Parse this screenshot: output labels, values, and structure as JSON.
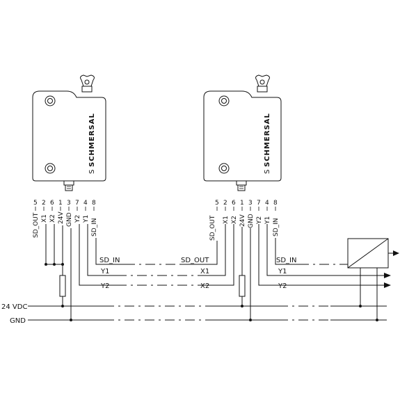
{
  "device_left": {
    "brand": "SCHMERSAL",
    "pin_numbers": [
      "5",
      "2",
      "6",
      "1",
      "3",
      "7",
      "4",
      "8"
    ],
    "pin_signals": [
      "SD_OUT",
      "X1",
      "X2",
      "24V",
      "GND",
      "Y2",
      "Y1",
      "SD_IN"
    ]
  },
  "device_right": {
    "brand": "SCHMERSAL",
    "pin_numbers": [
      "5",
      "2",
      "6",
      "1",
      "3",
      "7",
      "4",
      "8"
    ],
    "pin_signals": [
      "SD_OUT",
      "X1",
      "X2",
      "24V",
      "GND",
      "Y2",
      "Y1",
      "SD_IN"
    ]
  },
  "lines": {
    "sd_in_left": "SD_IN",
    "sd_out_right": "SD_OUT",
    "sd_in_right": "SD_IN",
    "y1_left": "Y1",
    "y2_left": "Y2",
    "x1_right": "X1",
    "x2_right": "X2",
    "y1_right": "Y1",
    "y2_right": "Y2"
  },
  "rails": {
    "supply": "24 VDC",
    "ground": "GND"
  }
}
